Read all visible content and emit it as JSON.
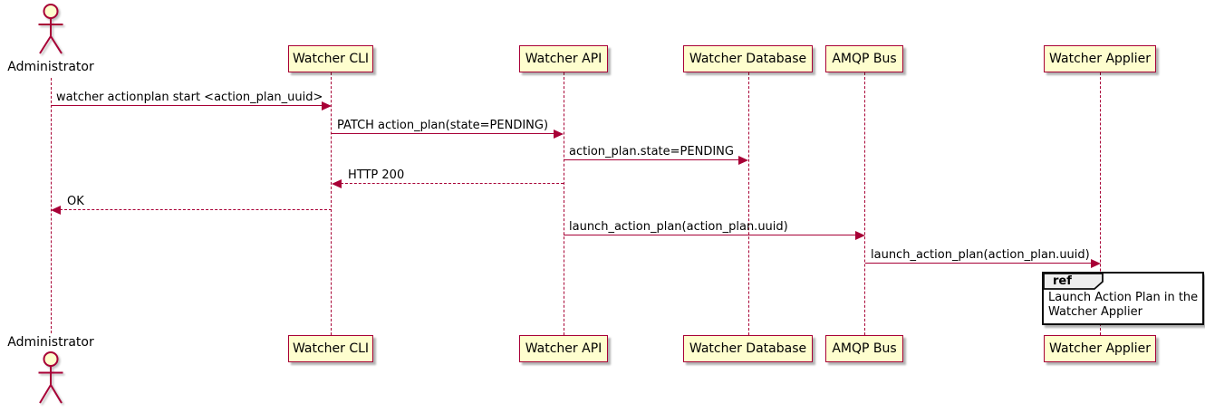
{
  "diagram": {
    "type": "uml-sequence",
    "actor": {
      "name": "Administrator"
    },
    "participants": [
      {
        "label": "Watcher CLI"
      },
      {
        "label": "Watcher API"
      },
      {
        "label": "Watcher Database"
      },
      {
        "label": "AMQP Bus"
      },
      {
        "label": "Watcher Applier"
      }
    ],
    "messages": [
      {
        "from": "Administrator",
        "to": "Watcher CLI",
        "text": "watcher actionplan start <action_plan_uuid>",
        "line": "solid"
      },
      {
        "from": "Watcher CLI",
        "to": "Watcher API",
        "text": "PATCH action_plan(state=PENDING)",
        "line": "solid"
      },
      {
        "from": "Watcher API",
        "to": "Watcher Database",
        "text": "action_plan.state=PENDING",
        "line": "solid"
      },
      {
        "from": "Watcher API",
        "to": "Watcher CLI",
        "text": "HTTP 200",
        "line": "dashed"
      },
      {
        "from": "Watcher CLI",
        "to": "Administrator",
        "text": "OK",
        "line": "dashed"
      },
      {
        "from": "Watcher API",
        "to": "AMQP Bus",
        "text": "launch_action_plan(action_plan.uuid)",
        "line": "solid"
      },
      {
        "from": "AMQP Bus",
        "to": "Watcher Applier",
        "text": "launch_action_plan(action_plan.uuid)",
        "line": "solid"
      }
    ],
    "ref": {
      "keyword": "ref",
      "text": "Launch Action Plan in the\nWatcher Applier"
    },
    "colors": {
      "participant_fill": "#FEFECE",
      "participant_border": "#A80036",
      "arrow": "#A80036",
      "text": "#000000",
      "ref_tab_fill": "#EEEEEE",
      "ref_border": "#0C0C0C"
    }
  }
}
